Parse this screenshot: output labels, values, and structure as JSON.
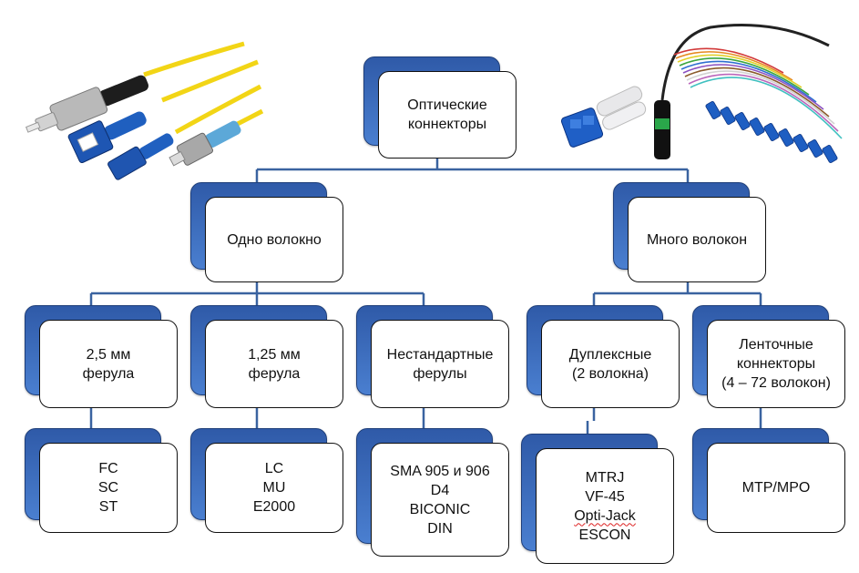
{
  "root": {
    "label": "Оптические\nконнекторы"
  },
  "branches": [
    {
      "label": "Одно волокно",
      "children": [
        {
          "label": "2,5 мм\nферула",
          "leaf": [
            "FC",
            "SC",
            "ST"
          ]
        },
        {
          "label": "1,25 мм\nферула",
          "leaf": [
            "LC",
            "MU",
            "E2000"
          ]
        },
        {
          "label": "Нестандартные\nферулы",
          "leaf": [
            "SMA 905 и 906",
            "D4",
            "BICONIC",
            "DIN"
          ]
        }
      ]
    },
    {
      "label": "Много волокон",
      "children": [
        {
          "label": "Дуплексные\n(2 волокна)",
          "leaf": [
            "MTRJ",
            "VF-45",
            "Opti-Jack",
            "ESCON"
          ]
        },
        {
          "label": "Ленточные\nконнекторы\n(4 – 72 волокон)",
          "leaf": [
            "MTP/MPO"
          ]
        }
      ]
    }
  ],
  "colors": {
    "connector_line": "#3a63a0",
    "box_fill": "#4a7fd0",
    "box_border": "#111111"
  },
  "images": [
    "simplex-patch-cords-photo",
    "lc-duplex-connector-photo",
    "mpo-fanout-cable-photo"
  ]
}
